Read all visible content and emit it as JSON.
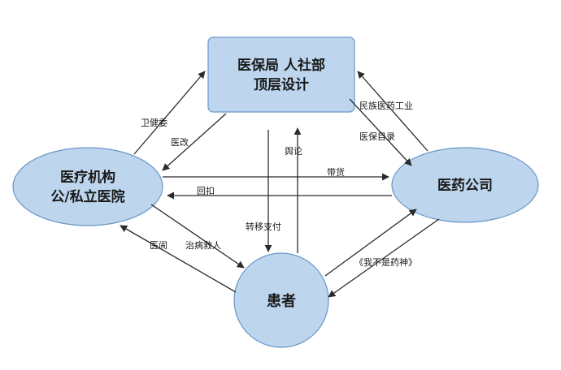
{
  "nodes": {
    "top": {
      "line1": "医保局 人社部",
      "line2": "顶层设计"
    },
    "left": {
      "line1": "医疗机构",
      "line2": "公/私立医院"
    },
    "right": {
      "line1": "医药公司"
    },
    "bottom": {
      "line1": "患者"
    }
  },
  "edges": {
    "weijianwei": "卫健委",
    "yigai": "医改",
    "minzu": "民族医药工业",
    "mulu": "医保目录",
    "daihuo": "带货",
    "huikou": "回扣",
    "zhuanyi": "转移支付",
    "yulun": "舆论",
    "yinao": "医闹",
    "zhibing": "治病救人",
    "movie": "《我不是药神》"
  },
  "colors": {
    "node_fill": "#bdd6ee",
    "node_stroke": "#6a95c6",
    "arrow": "#2b2b2b"
  }
}
